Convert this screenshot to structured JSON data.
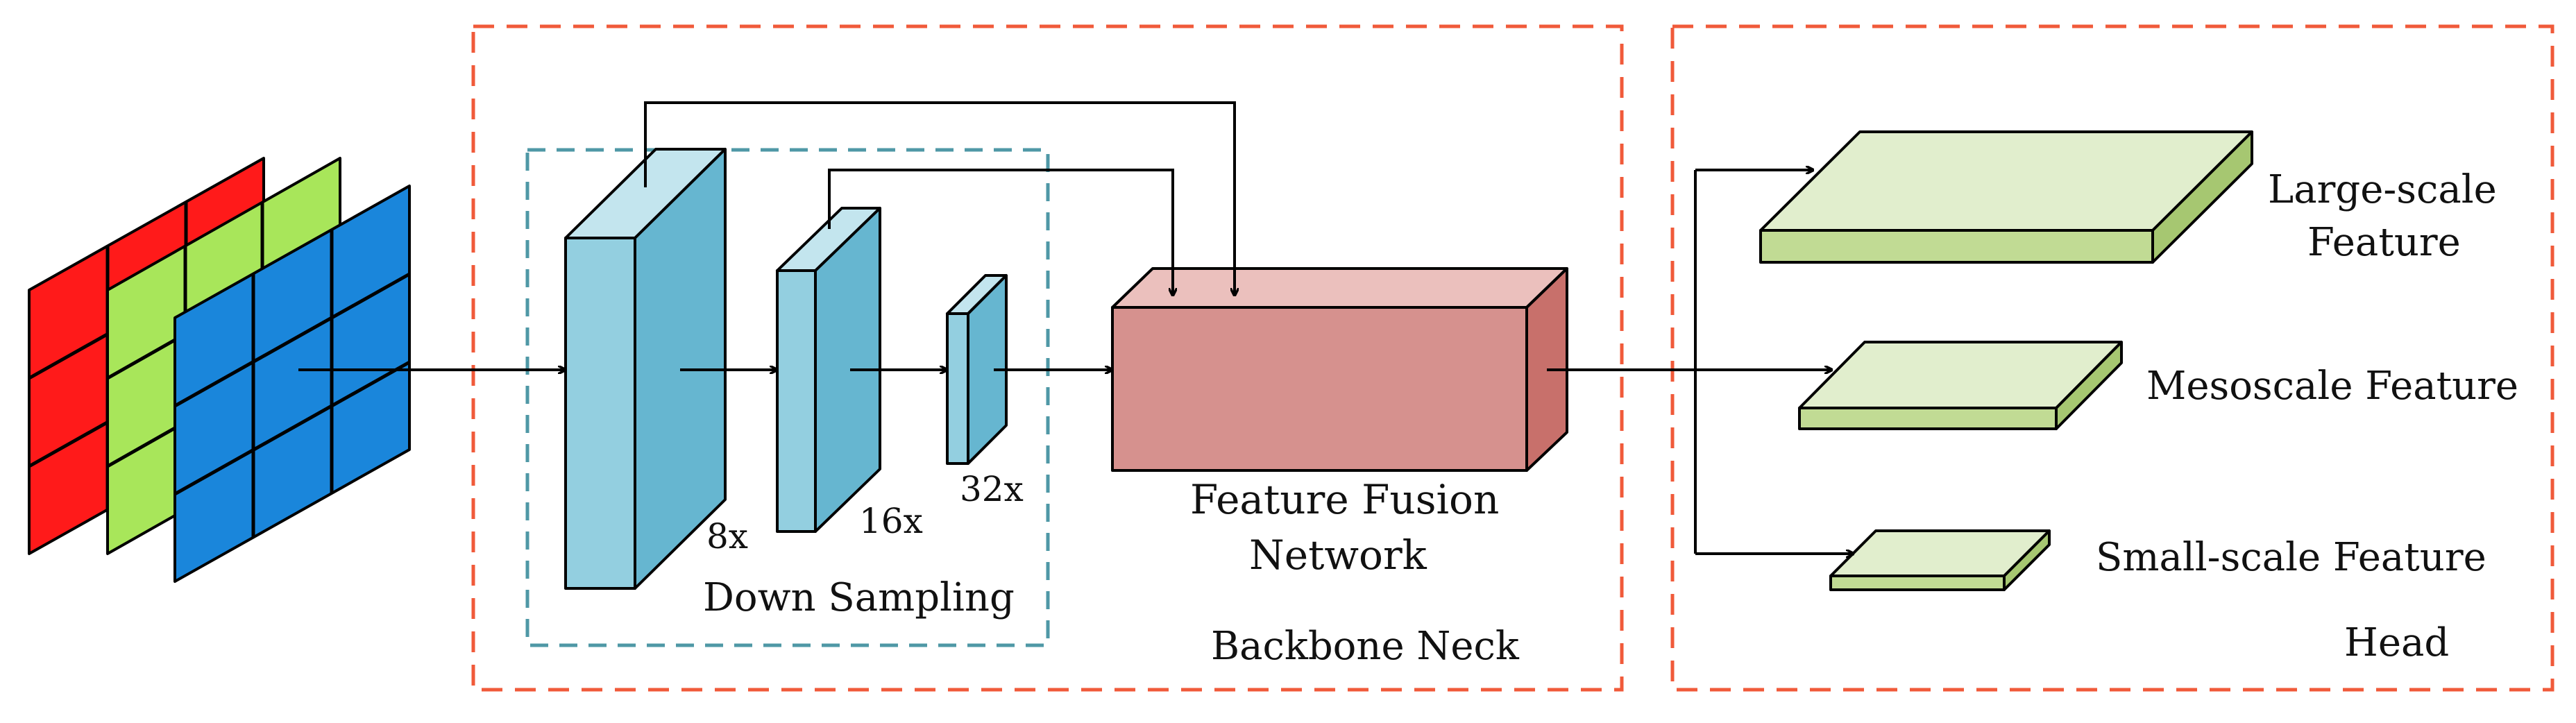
{
  "labels": {
    "scale_8x": "8x",
    "scale_16x": "16x",
    "scale_32x": "32x",
    "down_sampling": "Down Sampling",
    "fusion_line1": "Feature Fusion",
    "fusion_line2": "Network",
    "backbone_neck": "Backbone Neck",
    "head": "Head",
    "large_line1": "Large-scale",
    "large_line2": "Feature",
    "meso": "Mesoscale Feature",
    "small": "Small-scale Feature"
  },
  "colors": {
    "red_layer": "#ff1a1a",
    "green_layer": "#a8e65a",
    "blue_layer": "#1a86db",
    "block_front": "#93cfe0",
    "block_side": "#66b6d0",
    "block_top": "#c3e5ee",
    "fusion_front": "#d6918e",
    "fusion_side": "#c8706b",
    "fusion_top": "#ebc0bd",
    "head_top": "#e1eecd",
    "head_front": "#c1db94",
    "head_side": "#a6c771",
    "region_dash": "#f05a3a",
    "region_label": "#e8322a",
    "down_dash": "#4f98a6",
    "down_label": "#4f98a6"
  }
}
